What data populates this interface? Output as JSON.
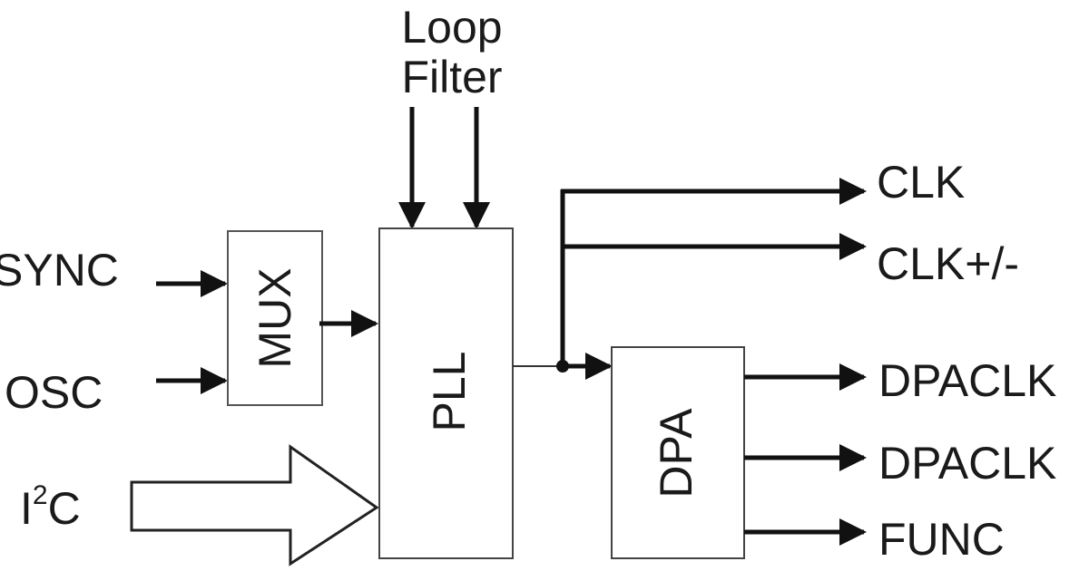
{
  "diagram": {
    "top_label_line1": "Loop",
    "top_label_line2": "Filter",
    "inputs": {
      "sync": "SYNC",
      "osc": "OSC",
      "i2c_main": "I",
      "i2c_sup": "2",
      "i2c_tail": "C"
    },
    "blocks": {
      "mux": "MUX",
      "pll": "PLL",
      "dpa": "DPA"
    },
    "outputs": {
      "clk": "CLK",
      "clk_diff": "CLK+/-",
      "dpaclk_1": "DPACLK",
      "dpaclk_2": "DPACLK",
      "func": "FUNC"
    }
  }
}
